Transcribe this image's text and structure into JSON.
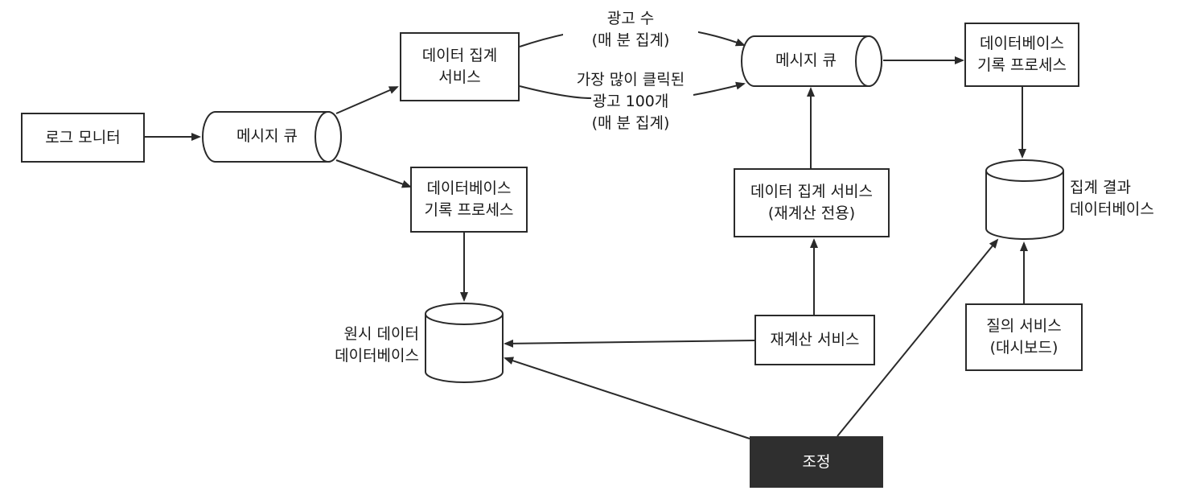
{
  "nodes": {
    "log_monitor": "로그 모니터",
    "message_queue_1": "메시지 큐",
    "aggregation_service": "데이터 집계\n서비스",
    "db_writer_1": "데이터베이스\n기록 프로세스",
    "raw_db": "원시 데이터\n데이터베이스",
    "message_queue_2": "메시지 큐",
    "db_writer_2": "데이터베이스\n기록 프로세스",
    "aggregation_service_recalc": "데이터 집계 서비스\n(재계산 전용)",
    "recalc_service": "재계산 서비스",
    "aggregated_db": "집계 결과\n데이터베이스",
    "query_service": "질의 서비스\n(대시보드)",
    "reconciliation": "조정"
  },
  "edge_labels": {
    "ad_count": "광고 수\n(매 분 집계)",
    "top_100": "가장 많이 클릭된\n광고 100개\n(매 분 집계)"
  },
  "colors": {
    "line": "#2a2a2a",
    "dark_box": "#2f2f2f",
    "background": "#ffffff"
  }
}
